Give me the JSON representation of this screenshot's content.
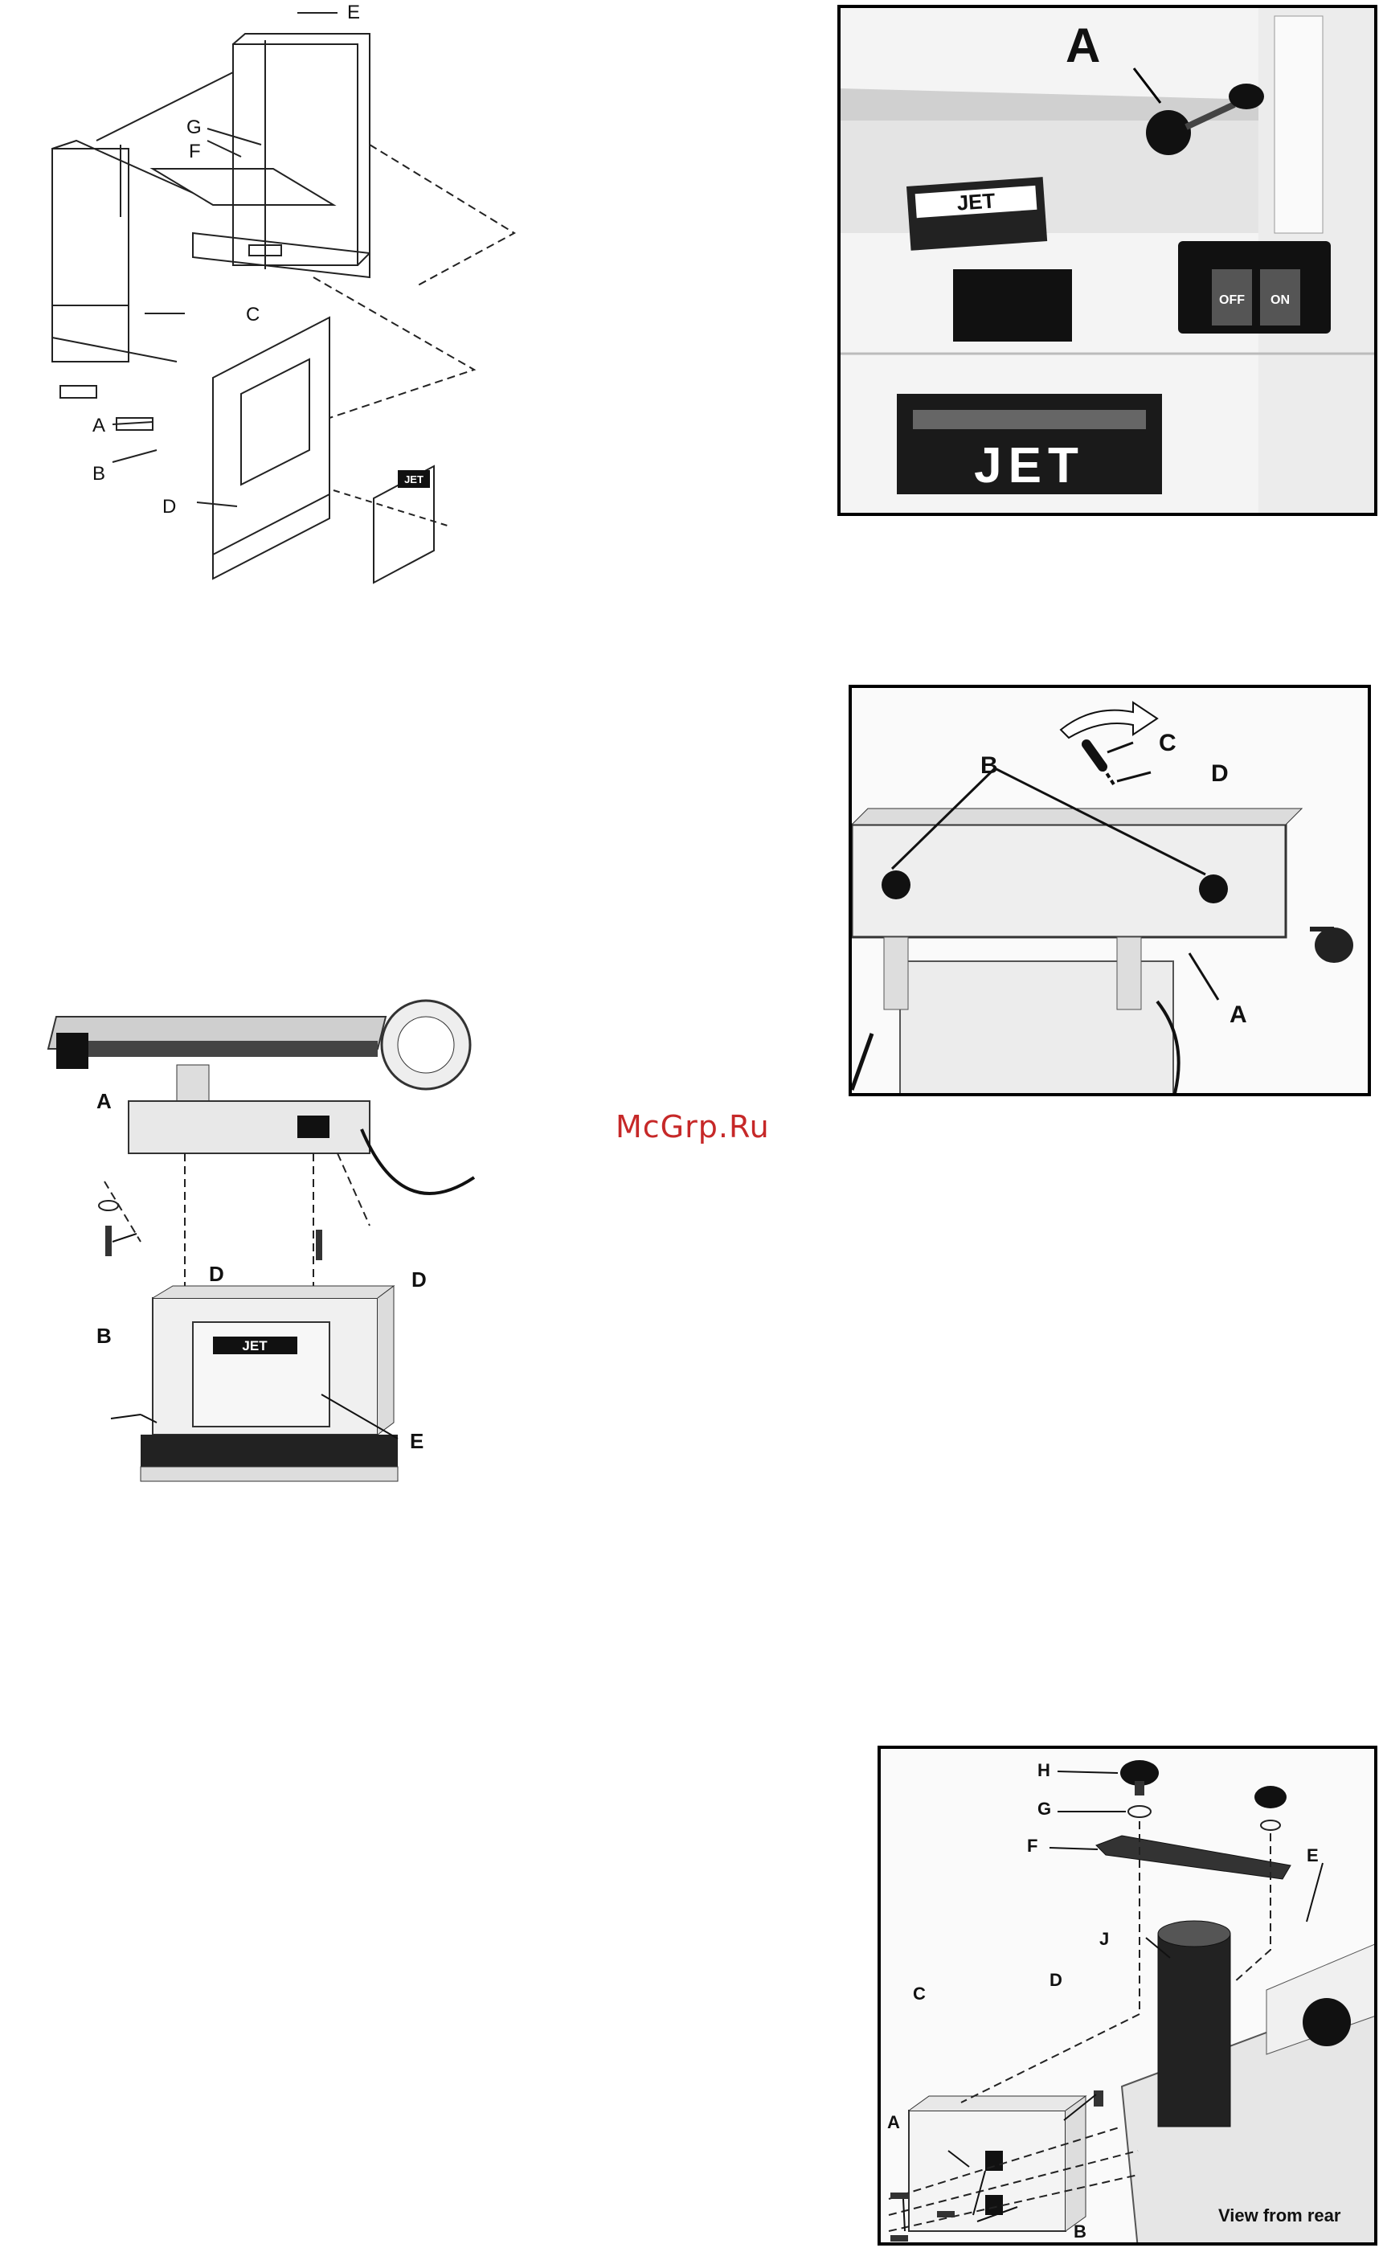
{
  "watermark": "McGrp.Ru",
  "figure_stand": {
    "labels": {
      "e": "E",
      "g": "G",
      "f": "F",
      "c": "C",
      "a": "A",
      "b": "B",
      "d": "D"
    },
    "door_logo": "JET"
  },
  "figure_switch_photo": {
    "labels": {
      "a": "A"
    },
    "switch_off": "OFF",
    "switch_on": "ON",
    "plate_logo": "JET",
    "panel_logo": "JET"
  },
  "figure_table_photo": {
    "labels": {
      "c": "C",
      "d": "D",
      "b": "B",
      "a": "A"
    }
  },
  "figure_mount": {
    "labels": {
      "a": "A",
      "d1": "D",
      "d2": "D",
      "b": "B",
      "e": "E"
    },
    "door_logo": "JET"
  },
  "figure_dust_port": {
    "labels": {
      "h": "H",
      "g": "G",
      "f": "F",
      "e": "E",
      "j": "J",
      "d": "D",
      "c": "C",
      "a": "A",
      "b": "B"
    },
    "caption": "View from rear"
  }
}
